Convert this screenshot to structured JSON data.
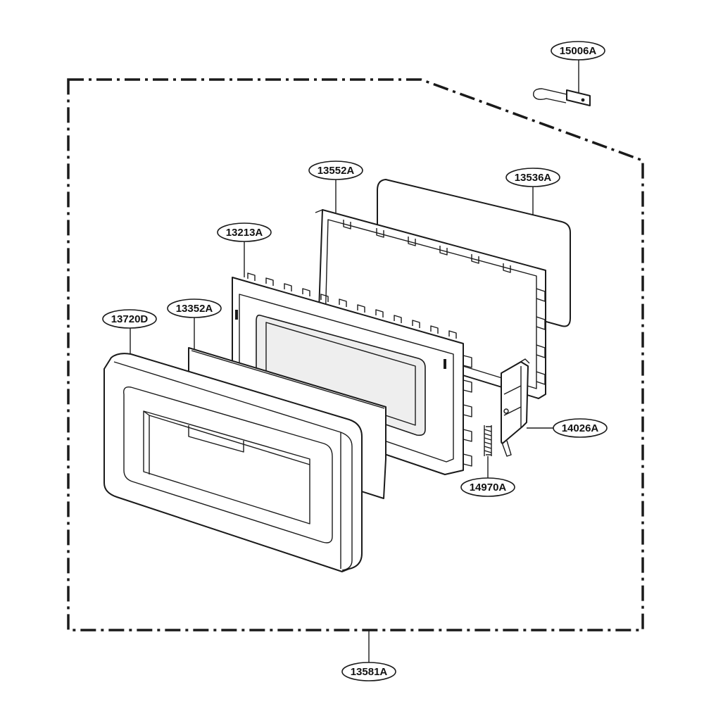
{
  "diagram": {
    "callouts": [
      {
        "key": "hook",
        "label": "15006A"
      },
      {
        "key": "door-frame",
        "label": "13552A"
      },
      {
        "key": "door-panel",
        "label": "13536A"
      },
      {
        "key": "choke",
        "label": "13213A"
      },
      {
        "key": "door-frame-front",
        "label": "13720D"
      },
      {
        "key": "screen",
        "label": "13352A"
      },
      {
        "key": "latch",
        "label": "14026A"
      },
      {
        "key": "spring",
        "label": "14970A"
      },
      {
        "key": "door-assembly",
        "label": "13581A"
      }
    ],
    "colors": {
      "line": "#1a1a1a",
      "fill": "#ffffff",
      "shade": "#e6e6e6"
    }
  }
}
